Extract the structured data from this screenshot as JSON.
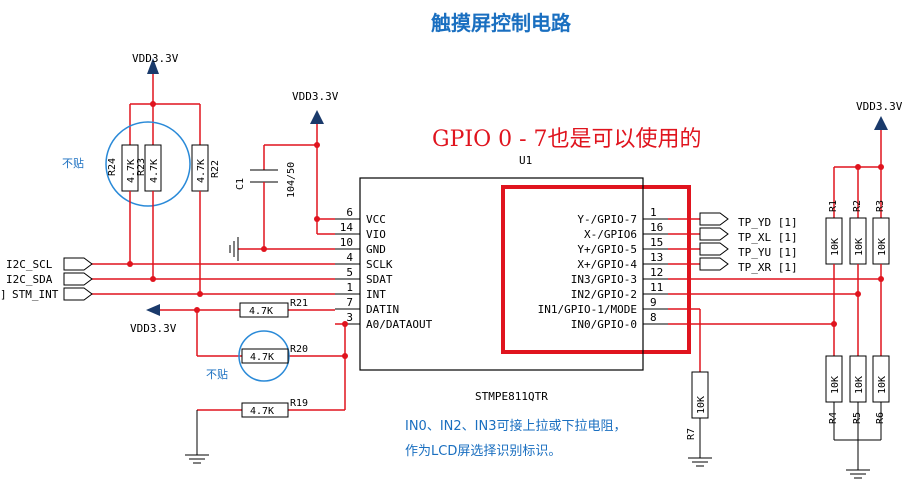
{
  "title": "触摸屏控制电路",
  "annotation_gpio": "GPIO 0 - 7也是可以使用的",
  "note_line1": "IN0、IN2、IN3可接上拉或下拉电阻，",
  "note_line2": "作为LCD屏选择识别标识。",
  "chip_ref": "U1",
  "chip_part": "STMPE811QTR",
  "power": {
    "vdd": "VDD3.3V"
  },
  "left_pins": [
    {
      "num": "6",
      "name": "VCC"
    },
    {
      "num": "14",
      "name": "VIO"
    },
    {
      "num": "10",
      "name": "GND"
    },
    {
      "num": "4",
      "name": "SCLK"
    },
    {
      "num": "5",
      "name": "SDAT"
    },
    {
      "num": "1",
      "name": "INT"
    },
    {
      "num": "7",
      "name": "DATIN"
    },
    {
      "num": "3",
      "name": "A0/DATAOUT"
    }
  ],
  "right_pins": [
    {
      "num": "1",
      "name": "Y-/GPIO-7"
    },
    {
      "num": "16",
      "name": "X-/GPIO6"
    },
    {
      "num": "15",
      "name": "Y+/GPIO-5"
    },
    {
      "num": "13",
      "name": "X+/GPIO-4"
    },
    {
      "num": "12",
      "name": "IN3/GPIO-3"
    },
    {
      "num": "11",
      "name": "IN2/GPIO-2"
    },
    {
      "num": "9",
      "name": "IN1/GPIO-1/MODE"
    },
    {
      "num": "8",
      "name": "IN0/GPIO-0"
    }
  ],
  "nets_left": [
    "I2C_SCL",
    "I2C_SDA",
    "STM_INT"
  ],
  "nets_left_bracket": "]",
  "nets_right": [
    "TP_YD [1]",
    "TP_XL [1]",
    "TP_YU [1]",
    "TP_XR [1]"
  ],
  "resistors": {
    "r24": {
      "ref": "R24",
      "val": "4.7K"
    },
    "r23": {
      "ref": "R23",
      "val": "4.7K"
    },
    "r22": {
      "ref": "R22",
      "val": "4.7K"
    },
    "r21": {
      "ref": "R21",
      "val": "4.7K"
    },
    "r20": {
      "ref": "R20",
      "val": "4.7K"
    },
    "r19": {
      "ref": "R19",
      "val": "4.7K"
    },
    "r7": {
      "ref": "R7",
      "val": "10K"
    },
    "r1": {
      "ref": "R1",
      "val": "10K"
    },
    "r2": {
      "ref": "R2",
      "val": "10K"
    },
    "r3": {
      "ref": "R3",
      "val": "10K"
    },
    "r4": {
      "ref": "R4",
      "val": "10K"
    },
    "r5": {
      "ref": "R5",
      "val": "10K"
    },
    "r6": {
      "ref": "R6",
      "val": "10K"
    }
  },
  "cap": {
    "ref": "C1",
    "val": "104/50"
  },
  "not_populated": "不贴"
}
